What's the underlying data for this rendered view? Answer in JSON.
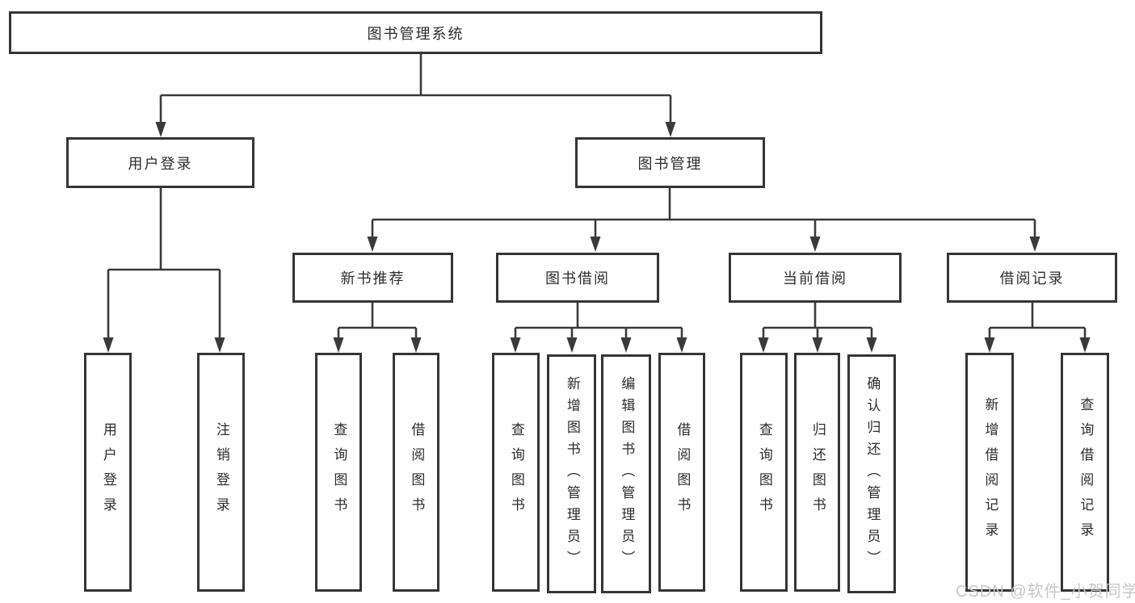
{
  "tree": {
    "label": "图书管理系统",
    "children": [
      {
        "label": "用户登录",
        "children": [
          {
            "label": "用户登录"
          },
          {
            "label": "注销登录"
          }
        ]
      },
      {
        "label": "图书管理",
        "children": [
          {
            "label": "新书推荐",
            "children": [
              {
                "label": "查询图书"
              },
              {
                "label": "借阅图书"
              }
            ]
          },
          {
            "label": "图书借阅",
            "children": [
              {
                "label": "查询图书"
              },
              {
                "label": "新增图书（管理员）"
              },
              {
                "label": "编辑图书（管理员）"
              },
              {
                "label": "借阅图书"
              }
            ]
          },
          {
            "label": "当前借阅",
            "children": [
              {
                "label": "查询图书"
              },
              {
                "label": "归还图书"
              },
              {
                "label": "确认归还（管理员）"
              }
            ]
          },
          {
            "label": "借阅记录",
            "children": [
              {
                "label": "新增借阅记录"
              },
              {
                "label": "查询借阅记录"
              }
            ]
          }
        ]
      }
    ]
  },
  "watermark": {
    "text": "CSDN @软件_小贺同学"
  },
  "colors": {
    "line": "#3a3a3a",
    "border": "#353535",
    "text": "#2d2d2d",
    "watermark": "#c5c5c5",
    "background": "#ffffff"
  }
}
